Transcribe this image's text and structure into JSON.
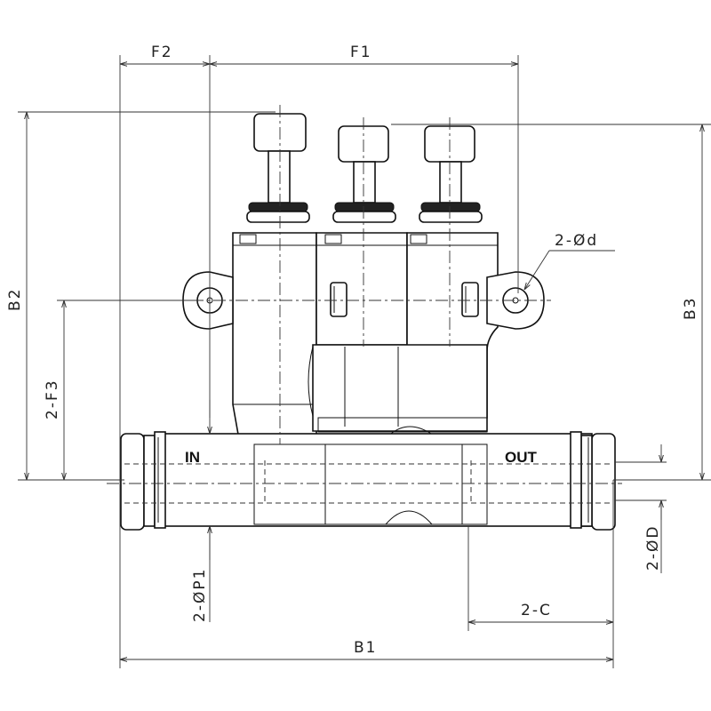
{
  "dimensions": {
    "F2": "F2",
    "F1": "F1",
    "B2": "B2",
    "B3": "B3",
    "F3": "2-F3",
    "d": "2-Ød",
    "D": "2-ØD",
    "P1": "2-ØP1",
    "C": "2-C",
    "B1": "B1"
  },
  "ports": {
    "inlet": "IN",
    "outlet": "OUT"
  }
}
